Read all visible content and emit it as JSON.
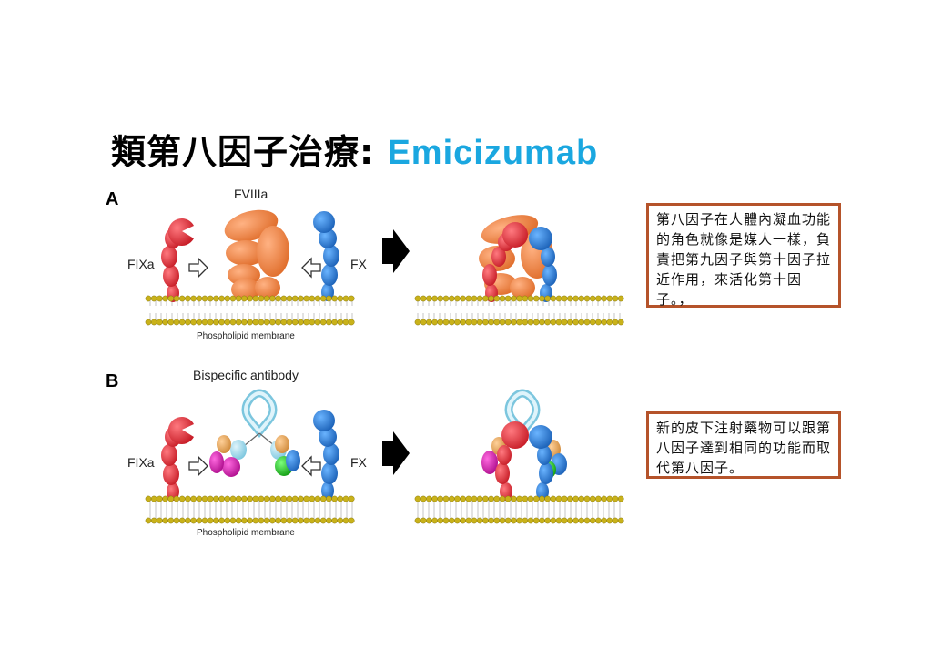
{
  "title": {
    "main": "類第八因子治療: ",
    "accent": "Emicizumab"
  },
  "panel_a": {
    "letter": "A",
    "cofactor_label": "FVIIIa",
    "left_label": "FIXa",
    "right_label": "FX",
    "membrane_label": "Phospholipid membrane",
    "note": "第八因子在人體內凝血功能的角色就像是媒人一樣，負責把第九因子與第十因子拉近作用，來活化第十因子。，"
  },
  "panel_b": {
    "letter": "B",
    "cofactor_label": "Bispecific antibody",
    "left_label": "FIXa",
    "right_label": "FX",
    "membrane_label": "Phospholipid membrane",
    "note": "新的皮下注射藥物可以跟第八因子達到相同的功能而取代第八因子。"
  },
  "colors": {
    "fixa": "#e0303a",
    "fx": "#2a7fd4",
    "fviiia": "#f0894a",
    "antibody_light": "#9fd8ea",
    "magenta": "#d020b0",
    "green": "#20c020",
    "tan": "#e8a050",
    "membrane_head": "#c9b21a",
    "accent": "#1aa7e0",
    "note_border": "#b5532a"
  }
}
